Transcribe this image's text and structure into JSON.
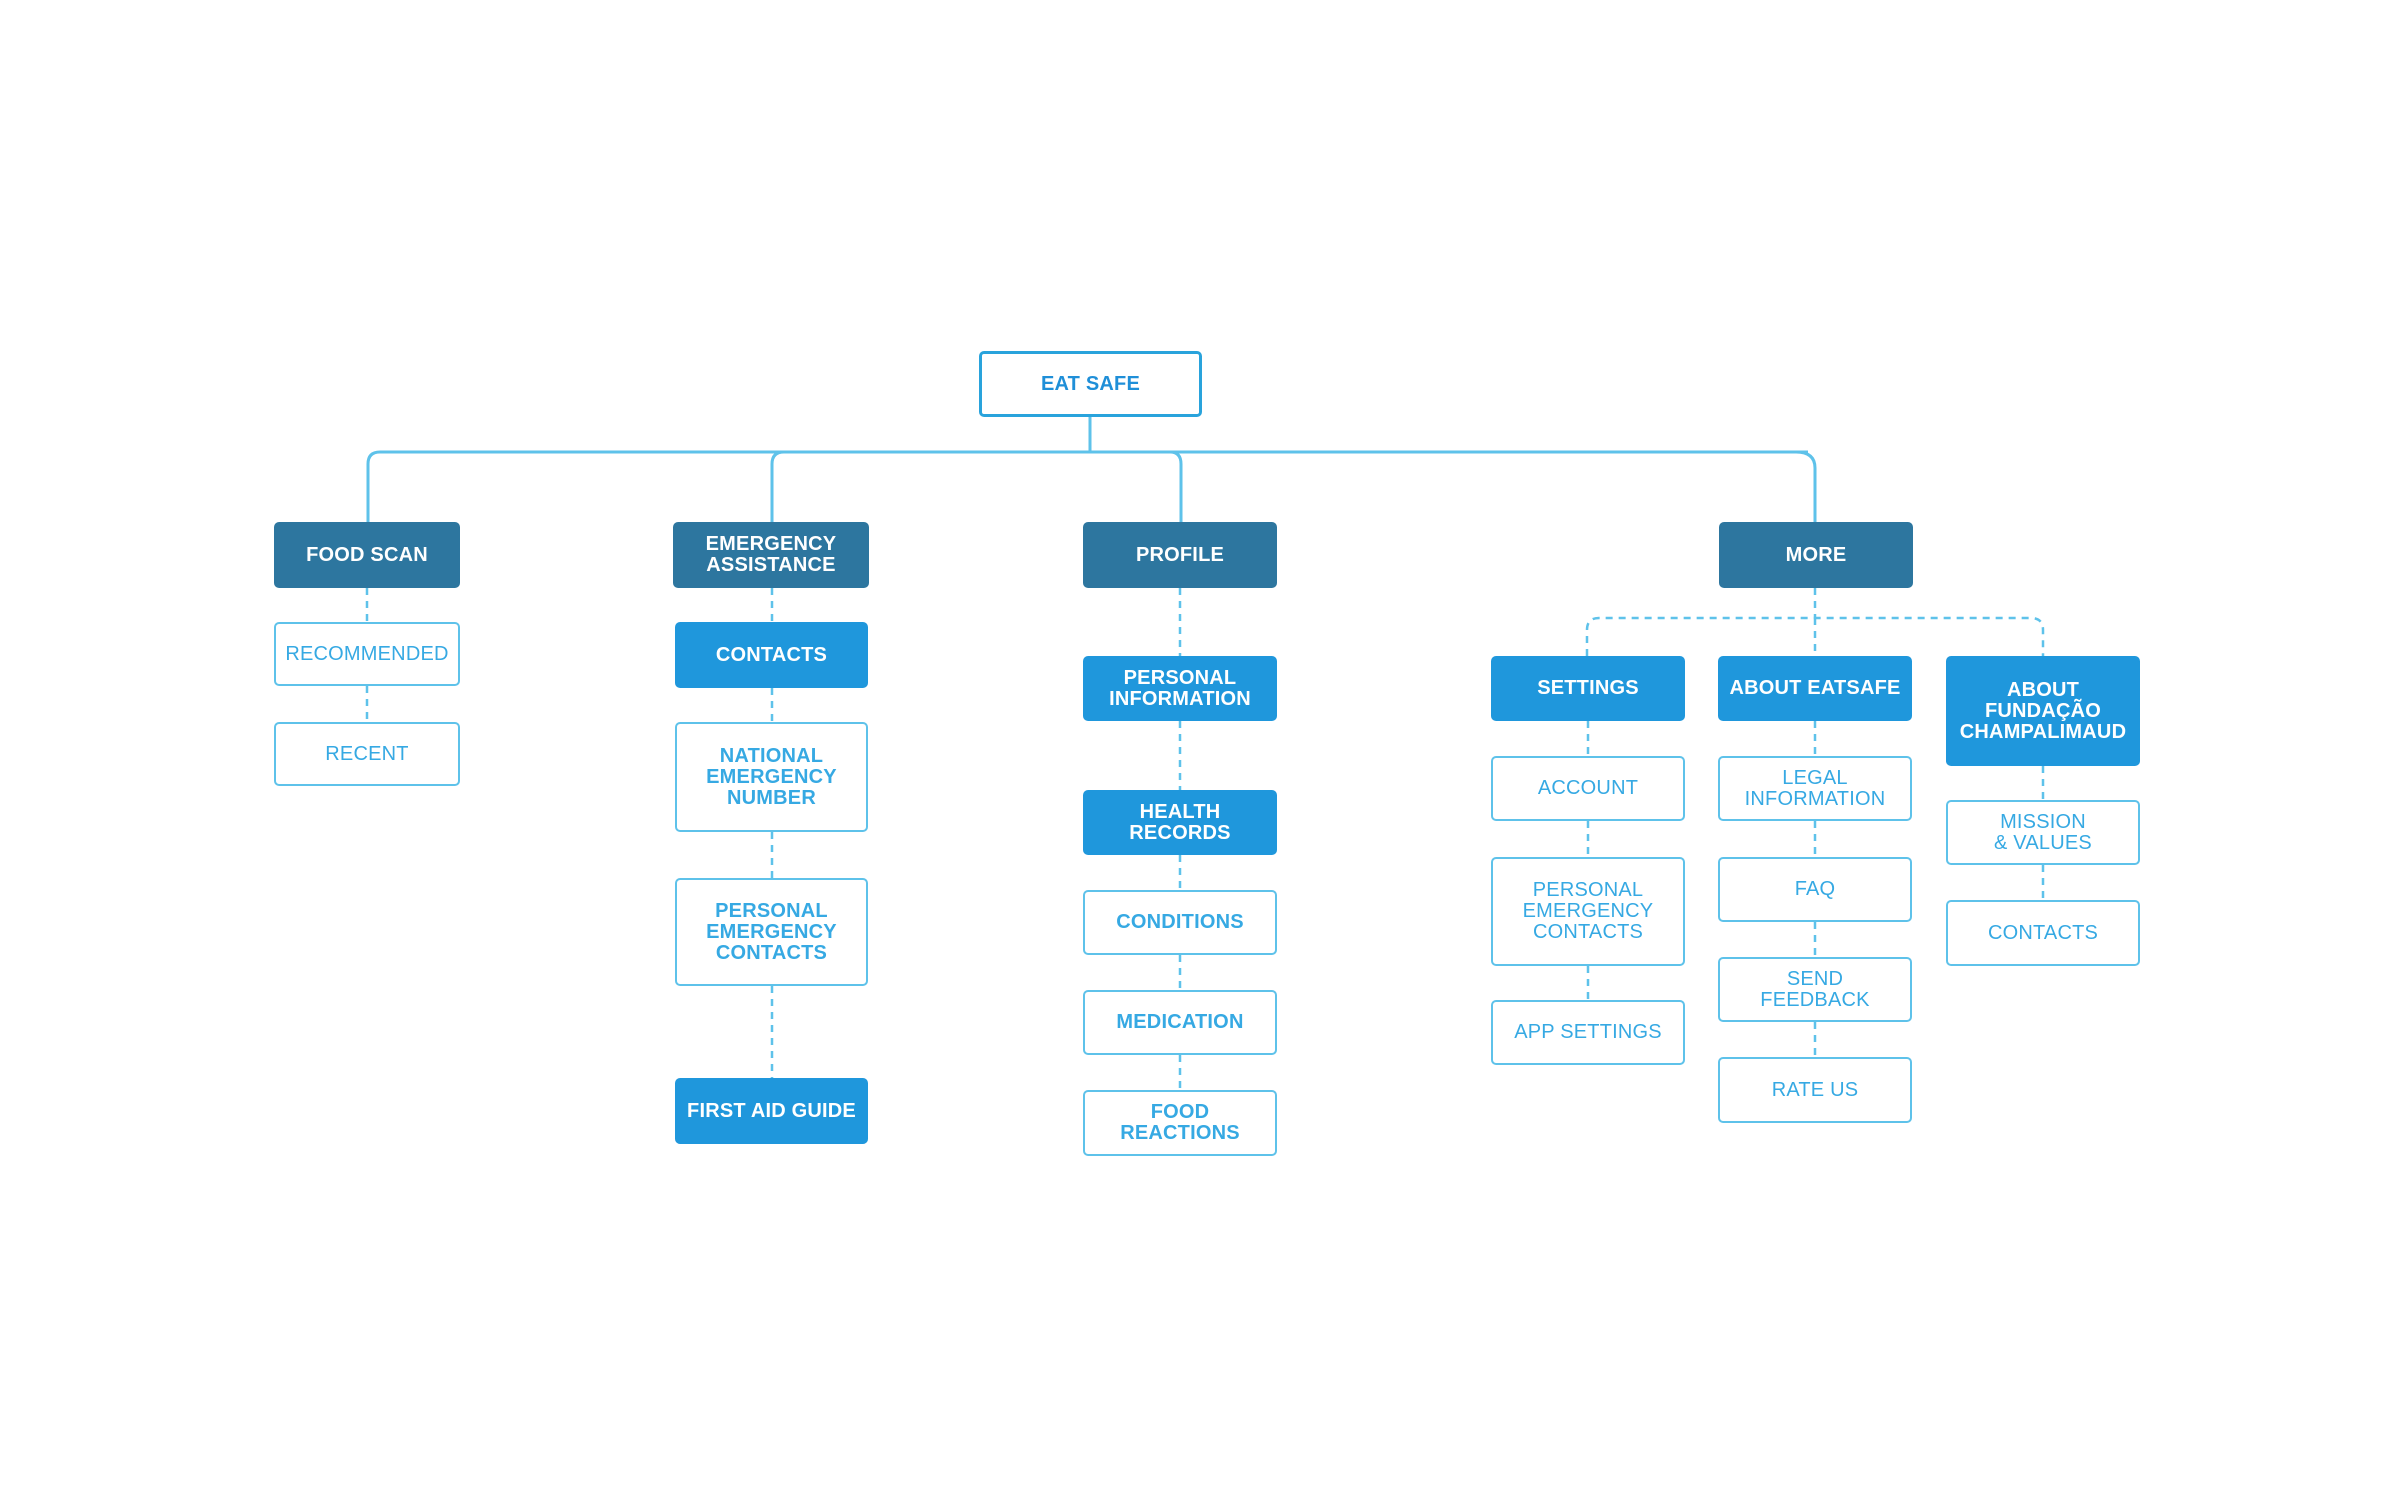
{
  "diagram": {
    "root": {
      "label": "EAT SAFE"
    },
    "branches": {
      "food_scan": {
        "label": "FOOD SCAN",
        "children": [
          "RECOMMENDED",
          "RECENT"
        ]
      },
      "emergency": {
        "label": "EMERGENCY\nASSISTANCE",
        "contacts": "CONTACTS",
        "national": "NATIONAL\nEMERGENCY\nNUMBER",
        "personal": "PERSONAL\nEMERGENCY\nCONTACTS",
        "first_aid": "FIRST AID GUIDE"
      },
      "profile": {
        "label": "PROFILE",
        "personal_info": "PERSONAL\nINFORMATION",
        "health_records": "HEALTH\nRECORDS",
        "conditions": "CONDITIONS",
        "medication": "MEDICATION",
        "food_reactions": "FOOD\nREACTIONS"
      },
      "more": {
        "label": "MORE",
        "settings": {
          "label": "SETTINGS",
          "children": [
            "ACCOUNT",
            "PERSONAL\nEMERGENCY\nCONTACTS",
            "APP SETTINGS"
          ]
        },
        "about_eatsafe": {
          "label": "ABOUT EATSAFE",
          "children": [
            "LEGAL\nINFORMATION",
            "FAQ",
            "SEND\nFEEDBACK",
            "RATE US"
          ]
        },
        "about_fundacao": {
          "label": "ABOUT\nFUNDAÇÃO\nCHAMPALIMAUD",
          "children": [
            "MISSION\n& VALUES",
            "CONTACTS"
          ]
        }
      }
    }
  },
  "colors": {
    "primary": "#2d769f",
    "secondary": "#1f97dc",
    "leaf_border": "#5ec2ea",
    "leaf_text": "#36a9e3",
    "connector": "#5ec2ea"
  }
}
